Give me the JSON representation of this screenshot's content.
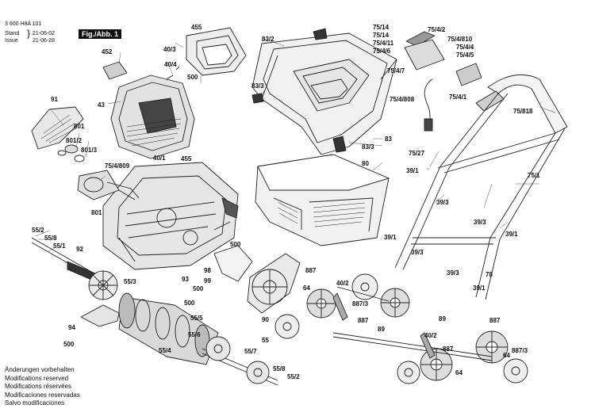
{
  "header": {
    "part_number": "3 600 H8A 101",
    "stand_label": "Stand",
    "issue_label": "Issue",
    "stand_date": "21-06-02",
    "issue_date": "21-06-28",
    "figure_label": "Fig./Abb. 1"
  },
  "notes": [
    "Änderungen vorbehalten",
    "Modifications reserved",
    "Modifications réservées",
    "Modificaciones reservadas",
    "Salvo modificaciones"
  ],
  "callouts": [
    "455",
    "40/3",
    "40/4",
    "500",
    "452",
    "43",
    "91",
    "801",
    "801/2",
    "801/3",
    "75/4/809",
    "40/1",
    "455",
    "801",
    "83/2",
    "83/3",
    "83/3",
    "83",
    "80",
    "75/14",
    "75/14",
    "75/4/11",
    "75/4/6",
    "75/4/2",
    "75/4/810",
    "75/4/4",
    "75/4/5",
    "75/4/7",
    "75/4/808",
    "75/4/1",
    "75/818",
    "75/27",
    "39/1",
    "75/1",
    "39/3",
    "39/3",
    "39/1",
    "55/2",
    "55/8",
    "55/1",
    "92",
    "55/3",
    "98",
    "99",
    "500",
    "93",
    "500",
    "500",
    "94",
    "500",
    "887",
    "64",
    "40/2",
    "887/3",
    "90",
    "887",
    "89",
    "39/1",
    "39/3",
    "39/3",
    "78",
    "39/1",
    "55/5",
    "55/6",
    "55/7",
    "55",
    "55/4",
    "55/8",
    "55/2",
    "89",
    "887",
    "40/2",
    "887",
    "64",
    "887/3",
    "64"
  ]
}
